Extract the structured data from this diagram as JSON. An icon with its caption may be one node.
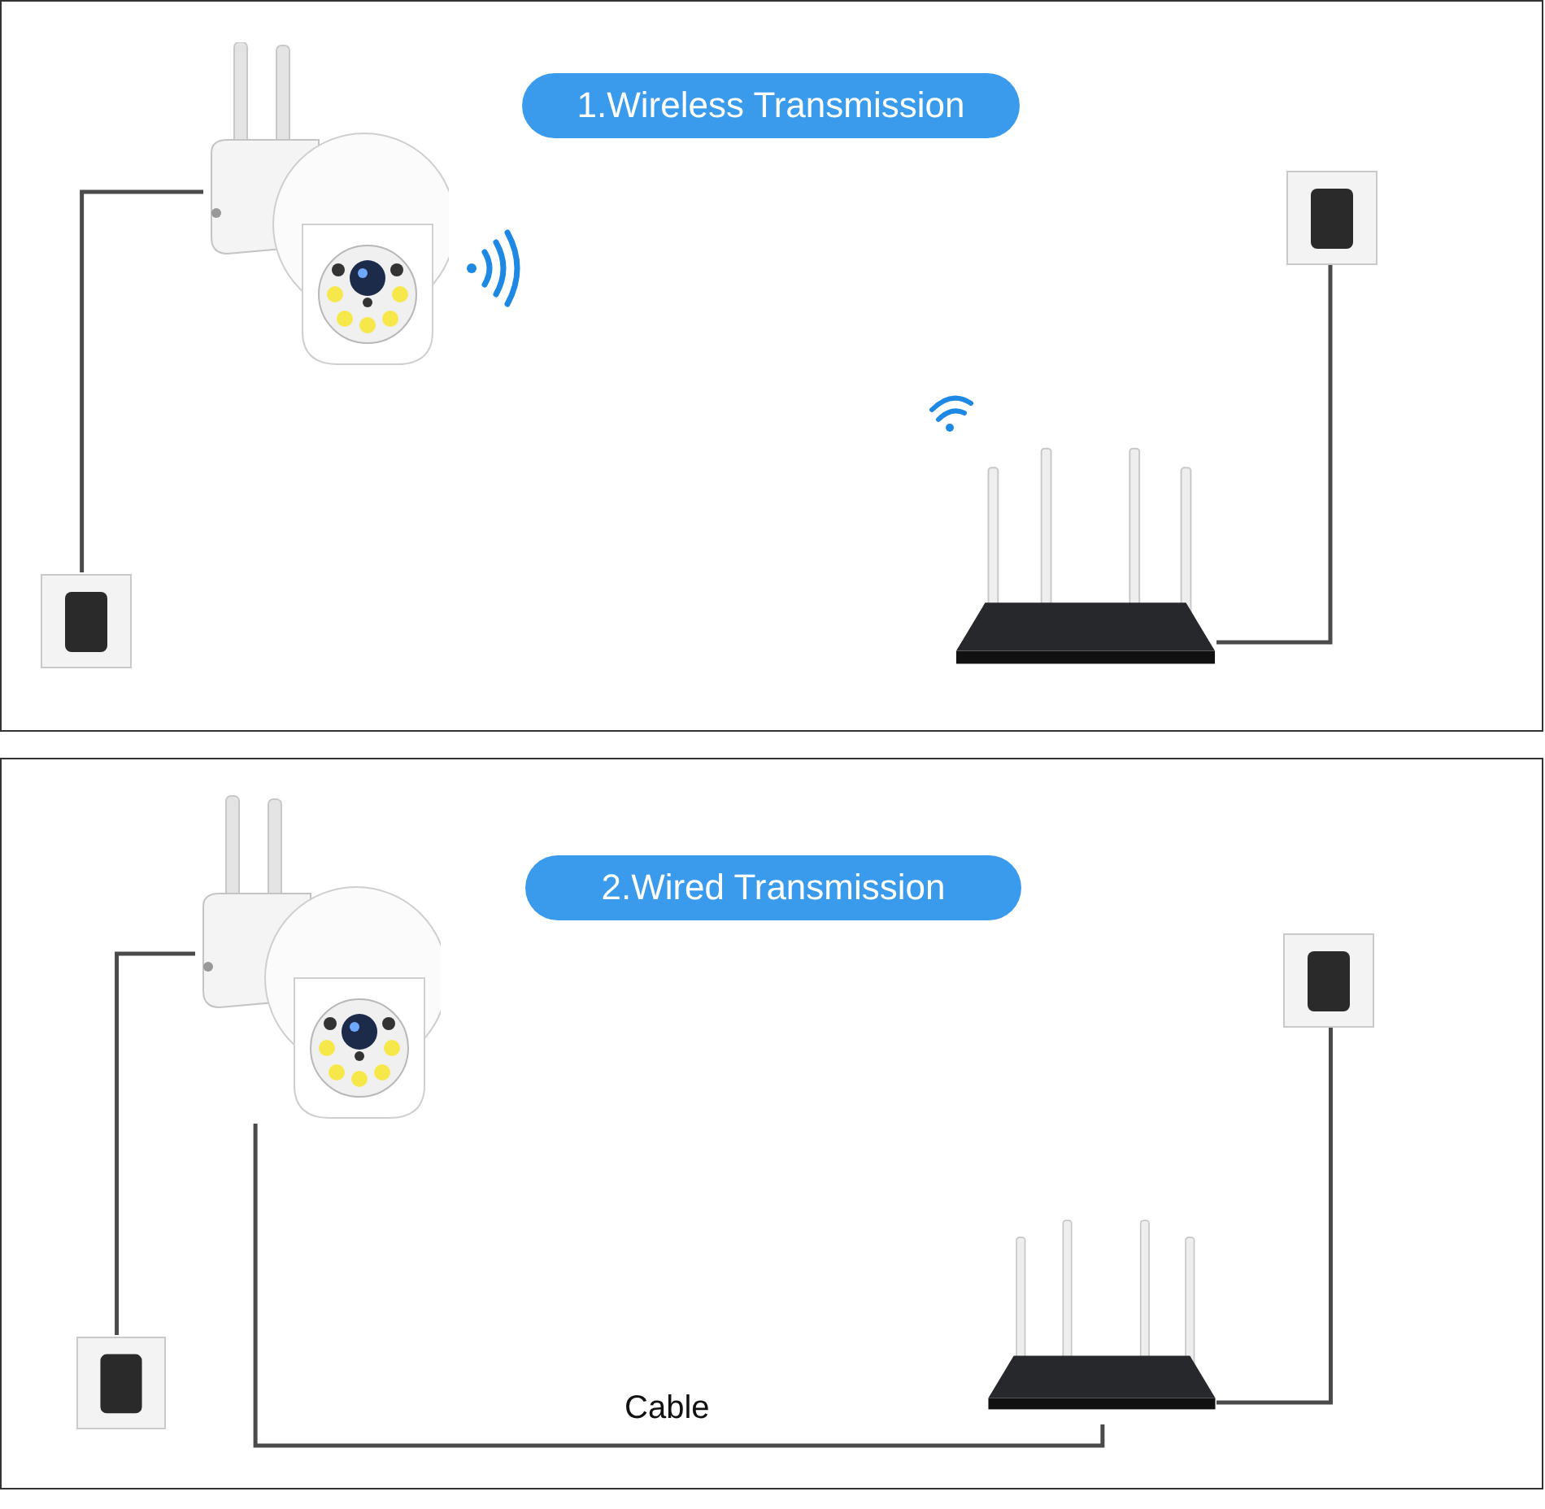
{
  "diagram": {
    "nodes": [
      {
        "text": [],
        "shape": "box"
      },
      {
        "text": [
          "1.Wireless Transmission"
        ],
        "in": 0
      },
      {
        "text": [],
        "shape": "picture",
        "in": 0
      },
      {
        "text": [],
        "shape": "picture",
        "in": 0
      },
      {
        "text": [],
        "shape": "picture",
        "in": 0
      },
      {
        "text": [],
        "shape": "picture",
        "in": 0
      },
      {
        "text": [],
        "shape": "box"
      },
      {
        "text": [
          "2.Wired Transmission"
        ],
        "in": 6
      },
      {
        "text": [],
        "shape": "picture",
        "in": 6
      },
      {
        "text": [],
        "shape": "picture",
        "in": 6
      },
      {
        "text": [],
        "shape": "picture",
        "in": 6
      },
      {
        "text": [],
        "shape": "picture",
        "in": 6
      }
    ],
    "edges": [
      {
        "from": 2,
        "to": 3,
        "arrow": "none"
      },
      {
        "from": 4,
        "to": 5,
        "arrow": "none"
      },
      {
        "from": 8,
        "to": 9,
        "arrow": "none"
      },
      {
        "from": 8,
        "to": 10,
        "arrow": "none",
        "label": "Cable"
      },
      {
        "from": 10,
        "to": 11,
        "arrow": "none"
      }
    ]
  }
}
